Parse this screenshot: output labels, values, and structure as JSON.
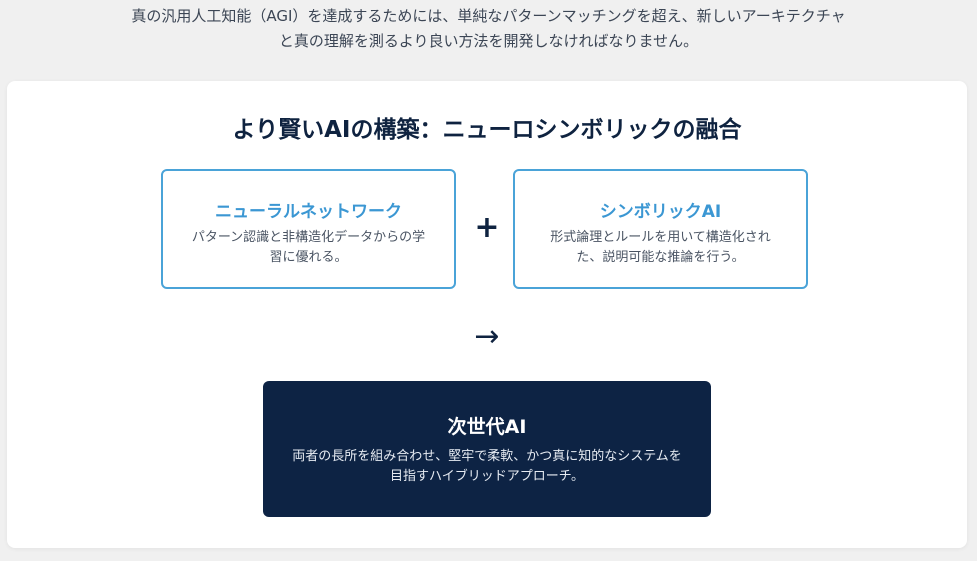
{
  "intro": {
    "line1": "真の汎用人工知能（AGI）を達成するためには、単純なパターンマッチングを超え、新しいアーキテクチャ",
    "line2": "と真の理解を測るより良い方法を開発しなければなりません。"
  },
  "diagram": {
    "title": "より賢いAIの構築：ニューロシンボリックの融合",
    "left": {
      "title": "ニューラルネットワーク",
      "desc": "パターン認識と非構造化データからの学習に優れる。"
    },
    "operator": "+",
    "right": {
      "title": "シンボリックAI",
      "desc": "形式論理とルールを用いて構造化された、説明可能な推論を行う。"
    },
    "arrow": "→",
    "result": {
      "title": "次世代AI",
      "desc": "両者の長所を組み合わせ、堅牢で柔軟、かつ真に知的なシステムを目指すハイブリッドアプローチ。"
    }
  },
  "colors": {
    "accent": "#3b97d3",
    "navy": "#0d2344",
    "background": "#f0f0f0"
  }
}
